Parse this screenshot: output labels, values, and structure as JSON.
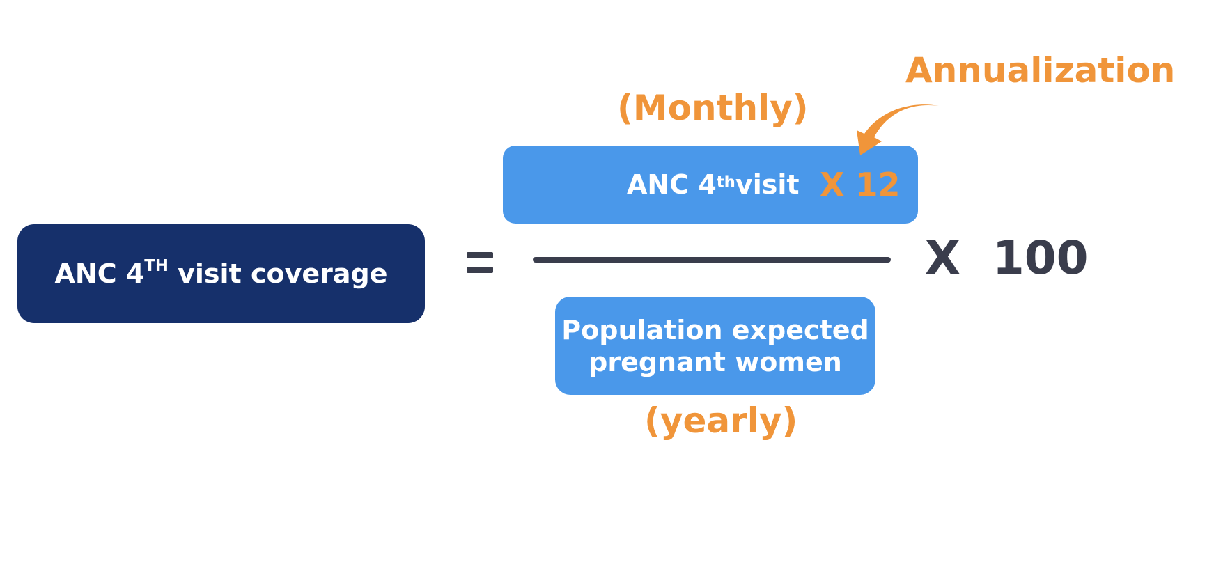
{
  "colors": {
    "dark_navy": "#16306b",
    "blue": "#4a98ea",
    "orange": "#f0953a",
    "dark_gray": "#3a3d4c"
  },
  "result": {
    "label_main": "ANC 4",
    "label_sup": "TH",
    "label_rest": " visit coverage"
  },
  "operator_equals": "=",
  "numerator": {
    "label_main": "ANC 4",
    "label_sup": "th",
    "label_rest": " visit",
    "multiplier": "X 12",
    "period": "(Monthly)"
  },
  "denominator": {
    "line1": "Population expected",
    "line2": "pregnant women",
    "period": "(yearly)"
  },
  "multiplier_text": "X  100",
  "annotation": {
    "label": "Annualization",
    "arrow_icon": "curved-arrow-icon"
  }
}
